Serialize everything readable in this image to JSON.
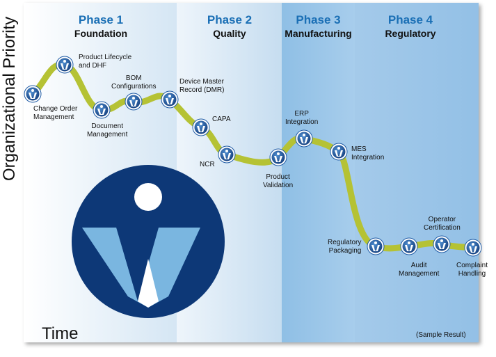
{
  "y_axis_label": "Organizational Priority",
  "x_axis_label": "Time",
  "footnote": "(Sample Result)",
  "phases": [
    {
      "title": "Phase 1",
      "subtitle": "Foundation"
    },
    {
      "title": "Phase 2",
      "subtitle": "Quality"
    },
    {
      "title": "Phase 3",
      "subtitle": "Manufacturing"
    },
    {
      "title": "Phase 4",
      "subtitle": "Regulatory"
    }
  ],
  "milestones": [
    {
      "label": "Change Order\nManagement"
    },
    {
      "label": "Product Lifecycle\nand DHF"
    },
    {
      "label": "Document\nManagement"
    },
    {
      "label": "BOM\nConfigurations"
    },
    {
      "label": "Device Master\nRecord (DMR)"
    },
    {
      "label": "CAPA"
    },
    {
      "label": "NCR"
    },
    {
      "label": "Product\nValidation"
    },
    {
      "label": "ERP\nIntegration"
    },
    {
      "label": "MES\nIntegration"
    },
    {
      "label": "Regulatory\nPackaging"
    },
    {
      "label": "Audit\nManagement"
    },
    {
      "label": "Operator\nCertification"
    },
    {
      "label": "Complaint\nHandling"
    }
  ],
  "colors": {
    "phase_title": "#1a6fb5",
    "path": "#b5c234",
    "node_blue": "#1e5aa5",
    "logo_dark": "#0d3877",
    "logo_light": "#7ab6e0"
  },
  "logo_icon": "w-logo-icon"
}
